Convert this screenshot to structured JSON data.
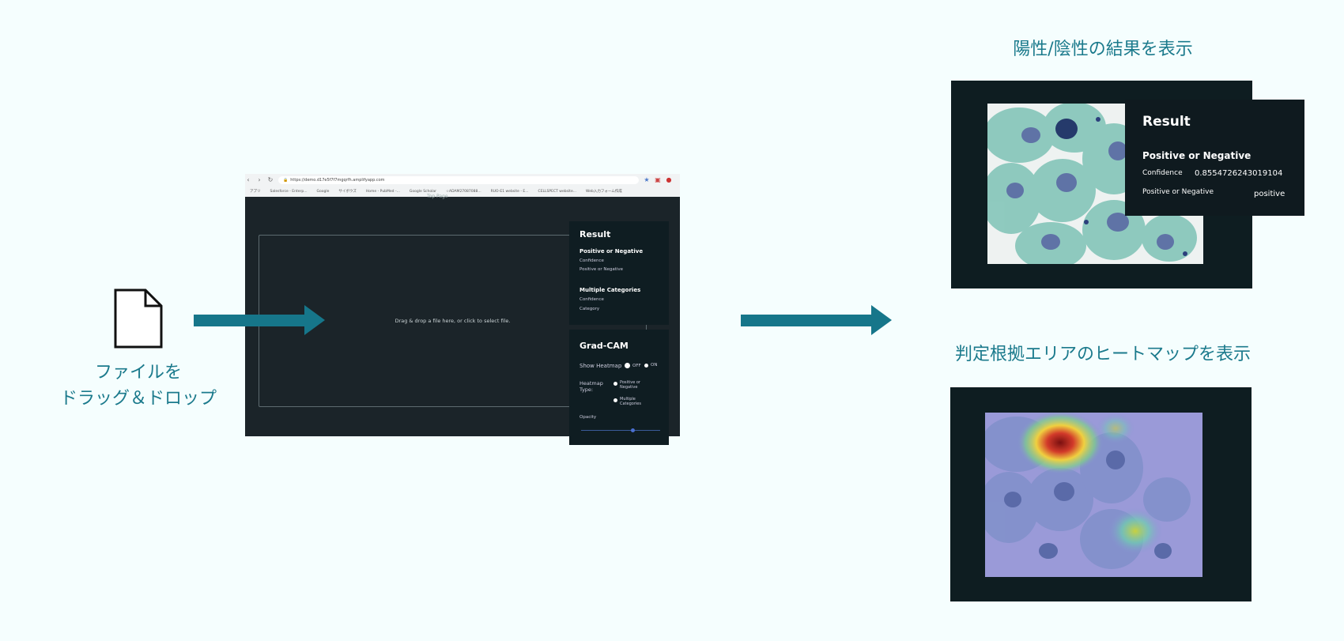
{
  "left": {
    "caption_line1": "ファイルを",
    "caption_line2": "ドラッグ＆ドロップ"
  },
  "browser": {
    "url": "https://demo.d17e5f7f7mgqrfh.amplifyapp.com",
    "bookmarks": [
      "アプリ",
      "Salesforce - Enterp...",
      "Google",
      "サイボウズ",
      "Home - PubMed -...",
      "Google Scholar",
      "☆ADAM27087088...",
      "RUO-E1 website - E...",
      "CELLSPECT website...",
      "Web入力フォーム作成"
    ],
    "header_text": "Top Page",
    "dropzone_text": "Drag & drop a file here, or click to select file."
  },
  "result_panel": {
    "title": "Result",
    "pn_heading": "Positive or Negative",
    "pn_items": [
      "Confidence",
      "Positive or Negative"
    ],
    "mc_heading": "Multiple Categories",
    "mc_items": [
      "Confidence",
      "Category"
    ]
  },
  "gradcam_panel": {
    "title": "Grad-CAM",
    "show_heatmap_label": "Show Heatmap",
    "off_label": "OFF",
    "on_label": "ON",
    "heatmap_type_label": "Heatmap Type:",
    "type_option1": "Positive or Negative",
    "type_option2": "Multiple Categories",
    "opacity_label": "Opacity",
    "opacity_value": 0.65
  },
  "right": {
    "caption_top": "陽性/陰性の結果を表示",
    "caption_bottom": "判定根拠エリアのヒートマップを表示"
  },
  "result_overlay": {
    "title": "Result",
    "heading": "Positive or Negative",
    "confidence_label": "Confidence",
    "confidence_value": "0.8554726243019104",
    "pn_label": "Positive or Negative",
    "pn_value": "positive"
  },
  "colors": {
    "accent": "#16768a",
    "caption": "#1b7a8c",
    "background": "#f5fefe",
    "panel": "#0f1d22"
  }
}
